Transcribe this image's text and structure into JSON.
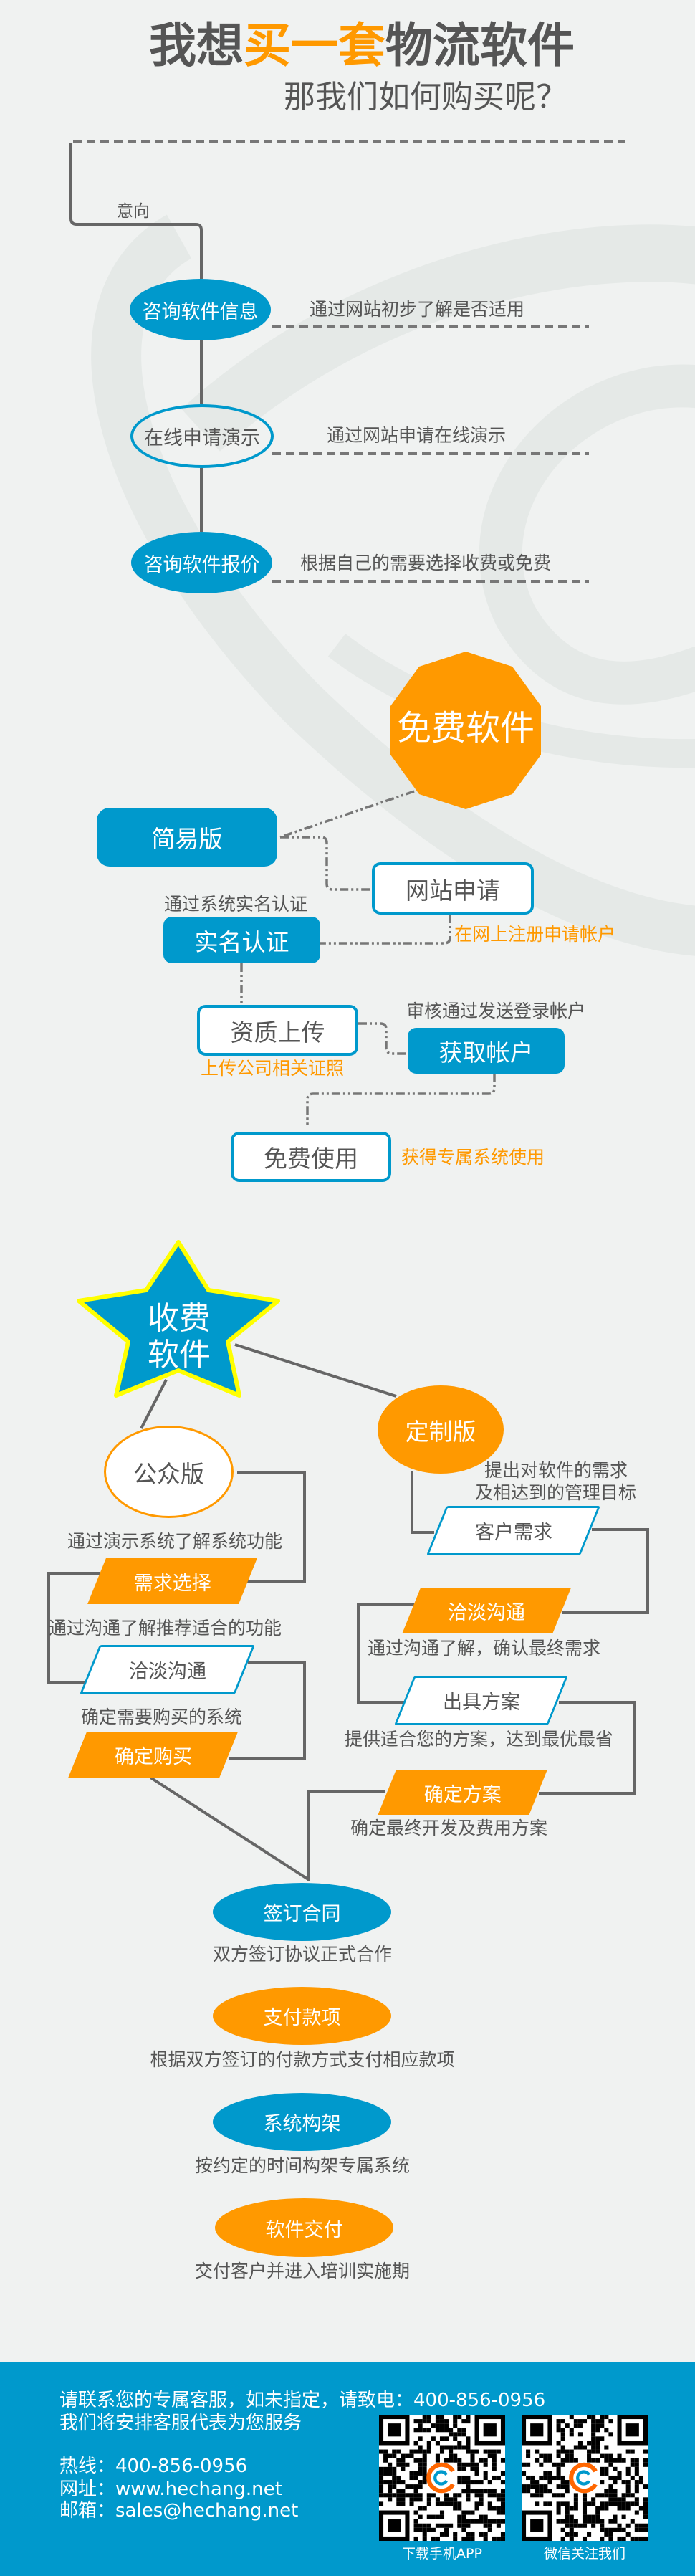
{
  "header": {
    "title_part1": "我想",
    "title_highlight": "买一套",
    "title_part2": "物流软件",
    "subtitle": "那我们如何购买呢？"
  },
  "intro": {
    "intent_label": "意向",
    "steps": [
      {
        "label": "咨询软件信息",
        "desc": "通过网站初步了解是否适用"
      },
      {
        "label": "在线申请演示",
        "desc": "通过网站申请在线演示"
      },
      {
        "label": "咨询软件报价",
        "desc": "根据自己的需要选择收费或免费"
      }
    ]
  },
  "free": {
    "title": "免费软件",
    "simple_edition": "简易版",
    "website_apply": "网站申请",
    "website_apply_note": "在网上注册申请帐户",
    "realname_note": "通过系统实名认证",
    "realname": "实名认证",
    "upload": "资质上传",
    "upload_note": "上传公司相关证照",
    "account_note": "审核通过发送登录帐户",
    "account": "获取帐户",
    "use": "免费使用",
    "use_note": "获得专属系统使用"
  },
  "paid": {
    "title_line1": "收费",
    "title_line2": "软件",
    "public": {
      "label": "公众版",
      "note1": "通过演示系统了解系统功能",
      "step1": "需求选择",
      "note2": "通过沟通了解推荐适合的功能",
      "step2": "洽淡沟通",
      "note3": "确定需要购买的系统",
      "step3": "确定购买"
    },
    "custom": {
      "label": "定制版",
      "note1_line1": "提出对软件的需求",
      "note1_line2": "及相达到的管理目标",
      "step1": "客户需求",
      "step2": "洽淡沟通",
      "note2": "通过沟通了解，确认最终需求",
      "step3": "出具方案",
      "note3": "提供适合您的方案，达到最优最省",
      "step4": "确定方案",
      "note4": "确定最终开发及费用方案"
    }
  },
  "final_steps": [
    {
      "label": "签订合同",
      "desc": "双方签订协议正式合作",
      "color": "#0099cc"
    },
    {
      "label": "支付款项",
      "desc": "根据双方签订的付款方式支付相应款项",
      "color": "#ff9900"
    },
    {
      "label": "系统构架",
      "desc": "按约定的时间构架专属系统",
      "color": "#0099cc"
    },
    {
      "label": "软件交付",
      "desc": "交付客户并进入培训实施期",
      "color": "#ff9900"
    }
  ],
  "footer": {
    "line1": "请联系您的专属客服，如未指定，请致电：400-856-0956",
    "line2": "我们将安排客服代表为您服务",
    "hotline": "热线：400-856-0956",
    "website": "网址：www.hechang.net",
    "email": "邮箱：sales@hechang.net",
    "qr_app_label": "下载手机APP",
    "qr_wechat_label": "微信关注我们"
  },
  "colors": {
    "blue": "#0099cc",
    "orange": "#ff9900",
    "text": "#555555",
    "star_border": "#ffff00"
  }
}
